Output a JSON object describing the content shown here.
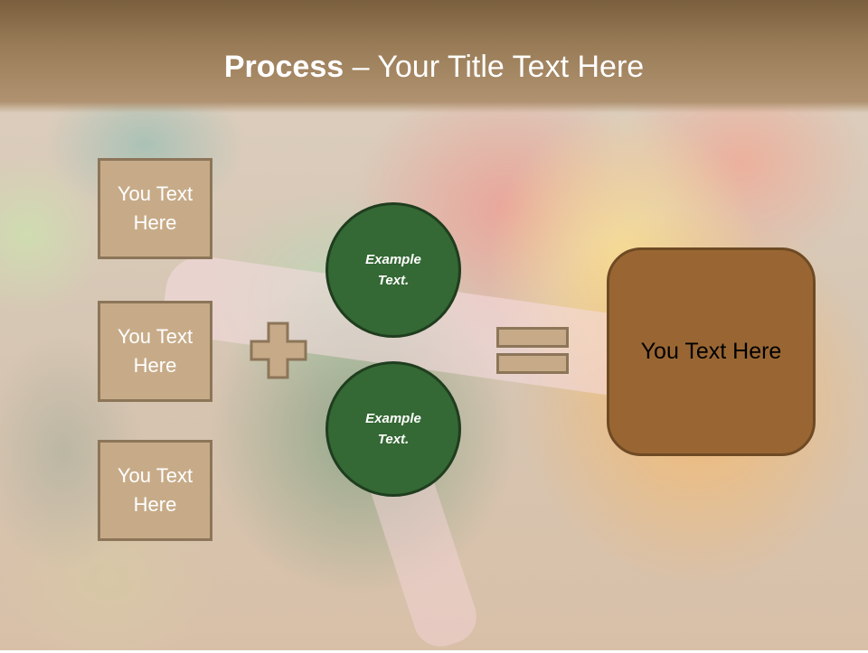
{
  "slide": {
    "title_bold": "Process",
    "title_rest": " – Your Title Text Here"
  },
  "inputs": [
    {
      "label": "You Text Here"
    },
    {
      "label": "You Text Here"
    },
    {
      "label": "You Text Here"
    }
  ],
  "circles": [
    {
      "label": "Example Text."
    },
    {
      "label": "Example Text."
    }
  ],
  "result": {
    "label": "You Text Here"
  },
  "operators": {
    "plus": "plus-icon",
    "equals": "equals-icon"
  },
  "colors": {
    "header": "#997c57",
    "box_fill": "#c7ab88",
    "box_border": "#8c7559",
    "circle_fill": "#346834",
    "result_fill": "#996633"
  }
}
